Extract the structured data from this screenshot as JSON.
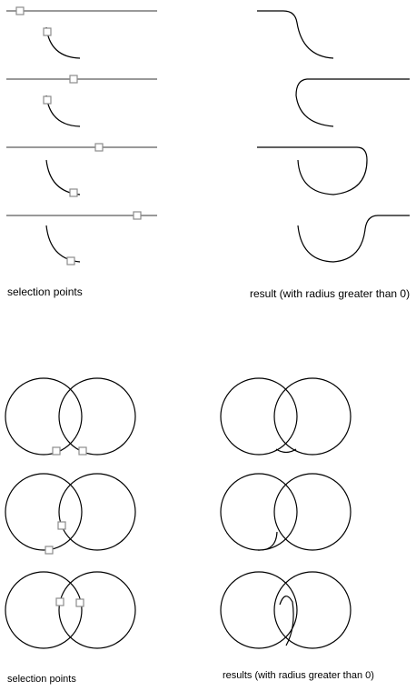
{
  "labels": {
    "selection_points_top": "selection points",
    "result_top": "result (with radius greater than 0)",
    "selection_points_bottom": "selection points",
    "results_bottom": "results (with radius greater than 0)"
  },
  "colors": {
    "line": "#999999",
    "arc": "#000000",
    "marker": "#8c8c8c"
  }
}
